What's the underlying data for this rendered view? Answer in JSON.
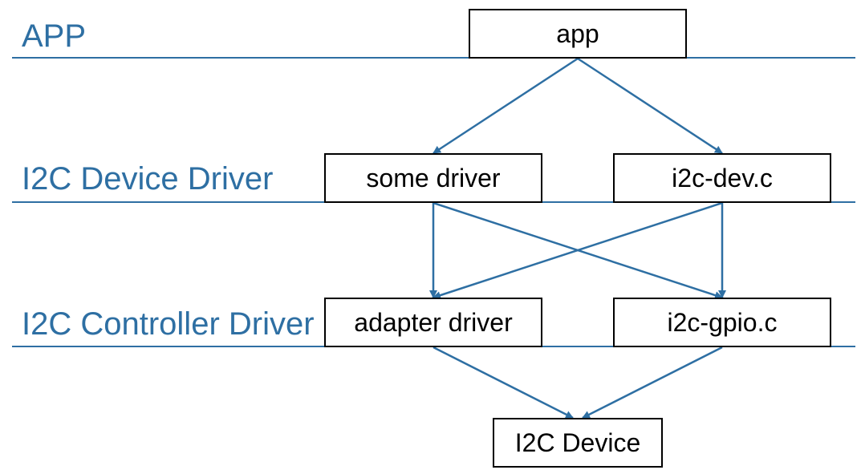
{
  "colors": {
    "layer_line": "#2e6fa3",
    "layer_label": "#2e6fa3",
    "arrow": "#2e6fa3",
    "node_border": "#000000",
    "node_text": "#000000"
  },
  "layers": [
    {
      "id": "app",
      "label": "APP"
    },
    {
      "id": "device-driver",
      "label": "I2C Device Driver"
    },
    {
      "id": "controller-driver",
      "label": "I2C Controller Driver"
    }
  ],
  "nodes": [
    {
      "id": "app",
      "label": "app"
    },
    {
      "id": "some-driver",
      "label": "some driver"
    },
    {
      "id": "i2c-dev",
      "label": "i2c-dev.c"
    },
    {
      "id": "adapter-driver",
      "label": "adapter driver"
    },
    {
      "id": "i2c-gpio",
      "label": "i2c-gpio.c"
    },
    {
      "id": "i2c-device",
      "label": "I2C Device"
    }
  ],
  "edges": [
    {
      "from": "app",
      "to": "some-driver"
    },
    {
      "from": "app",
      "to": "i2c-dev"
    },
    {
      "from": "some-driver",
      "to": "adapter-driver"
    },
    {
      "from": "some-driver",
      "to": "i2c-gpio"
    },
    {
      "from": "i2c-dev",
      "to": "adapter-driver"
    },
    {
      "from": "i2c-dev",
      "to": "i2c-gpio"
    },
    {
      "from": "adapter-driver",
      "to": "i2c-device"
    },
    {
      "from": "i2c-gpio",
      "to": "i2c-device"
    }
  ]
}
